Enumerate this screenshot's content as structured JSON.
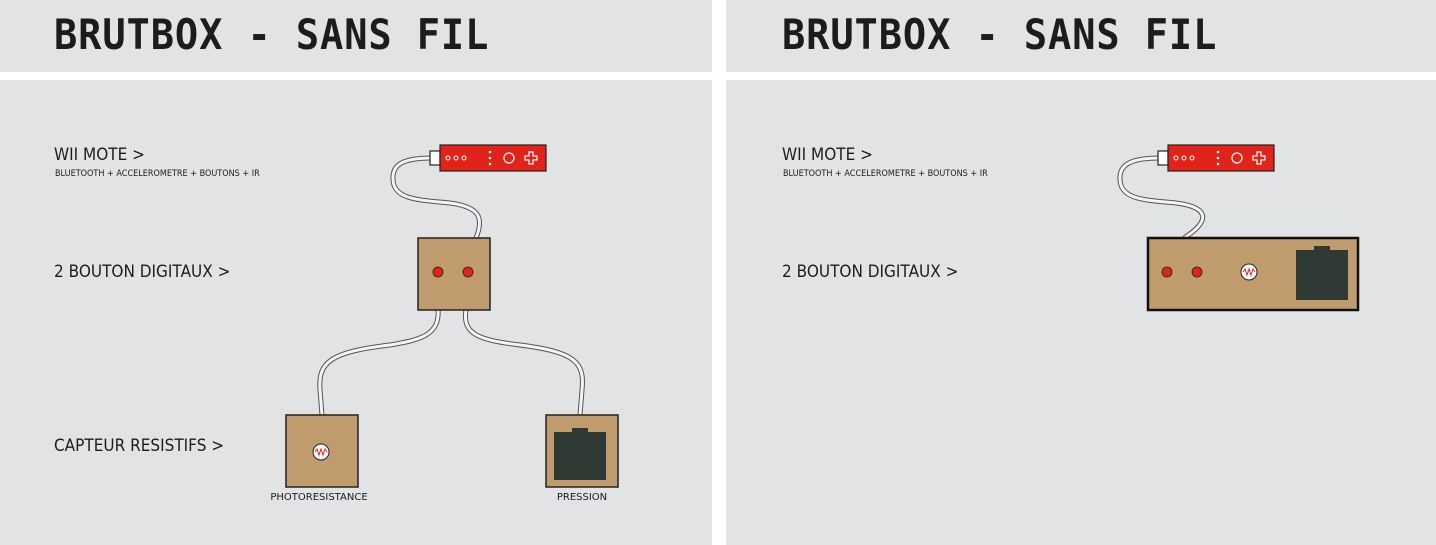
{
  "colors": {
    "background": "#e2e3e5",
    "box": "#bf9b6e",
    "wiimote": "#e2231a",
    "button": "#e2231a",
    "sensor": "#2e3a33",
    "text": "#1c1c1c"
  },
  "left_panel": {
    "title": "BRUTBOX - SANS FIL",
    "wiimote_label": "WII MOTE >",
    "wiimote_sub": "BLUETOOTH + ACCELEROMETRE + BOUTONS + IR",
    "buttons_label": "2 BOUTON DIGITAUX >",
    "sensors_label": "CAPTEUR RESISTIFS >",
    "photo_caption": "PHOTORESISTANCE",
    "pressure_caption": "PRESSION"
  },
  "right_panel": {
    "title": "BRUTBOX - SANS FIL",
    "wiimote_label": "WII MOTE >",
    "wiimote_sub": "BLUETOOTH + ACCELEROMETRE + BOUTONS + IR",
    "buttons_label": "2 BOUTON DIGITAUX >"
  }
}
